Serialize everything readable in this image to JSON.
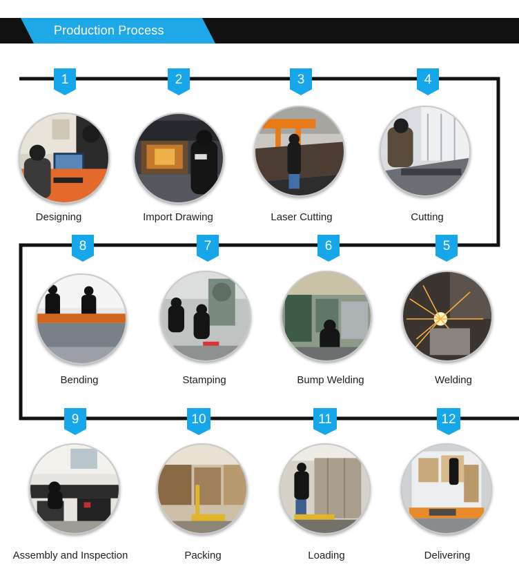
{
  "header": {
    "title": "Production Process",
    "accent_color": "#1ea8e8",
    "bar_color": "#111111"
  },
  "steps": [
    {
      "number": "1",
      "label": "Designing",
      "icon": "designing-photo-icon"
    },
    {
      "number": "2",
      "label": "Import Drawing",
      "icon": "import-drawing-photo-icon"
    },
    {
      "number": "3",
      "label": "Laser Cutting",
      "icon": "laser-cutting-photo-icon"
    },
    {
      "number": "4",
      "label": "Cutting",
      "icon": "cutting-photo-icon"
    },
    {
      "number": "5",
      "label": "Welding",
      "icon": "welding-photo-icon"
    },
    {
      "number": "6",
      "label": "Bump Welding",
      "icon": "bump-welding-photo-icon"
    },
    {
      "number": "7",
      "label": "Stamping",
      "icon": "stamping-photo-icon"
    },
    {
      "number": "8",
      "label": "Bending",
      "icon": "bending-photo-icon"
    },
    {
      "number": "9",
      "label": "Assembly and Inspection",
      "icon": "assembly-photo-icon"
    },
    {
      "number": "10",
      "label": "Packing",
      "icon": "packing-photo-icon"
    },
    {
      "number": "11",
      "label": "Loading",
      "icon": "loading-photo-icon"
    },
    {
      "number": "12",
      "label": "Delivering",
      "icon": "delivering-photo-icon"
    }
  ]
}
